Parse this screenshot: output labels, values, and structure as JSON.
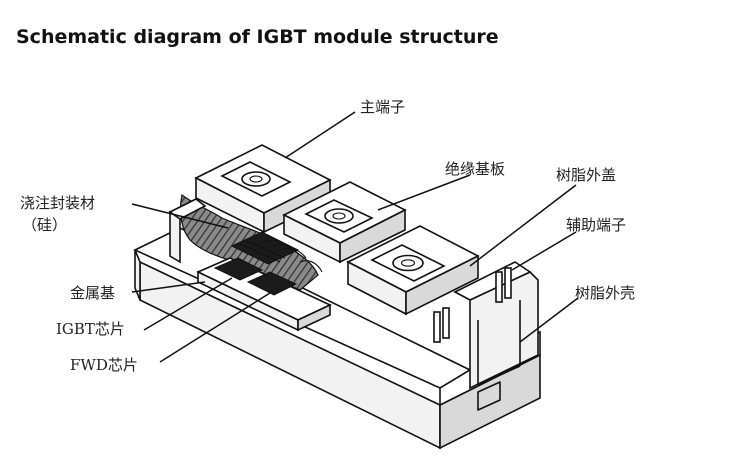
{
  "title": "Schematic diagram of IGBT module structure",
  "labels": {
    "main_terminal": "主端子",
    "insulating_substrate": "绝缘基板",
    "resin_cover": "树脂外盖",
    "potting_material_line1": "浇注封装材",
    "potting_material_line2": "（硅）",
    "auxiliary_terminal": "辅助端子",
    "metal_base": "金属基",
    "resin_case": "树脂外壳",
    "igbt_chip": "IGBT芯片",
    "fwd_chip": "FWD芯片"
  }
}
